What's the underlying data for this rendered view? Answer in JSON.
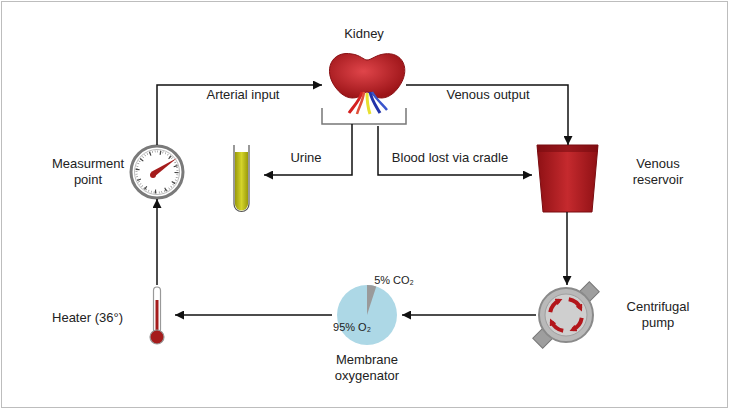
{
  "diagram": {
    "nodes": [
      {
        "text": [
          "Kidney"
        ]
      },
      {
        "text": [
          "Measurment point"
        ]
      },
      {
        "text": [
          "Venous reservoir"
        ]
      },
      {
        "text": [
          "Heater (36°)"
        ]
      },
      {
        "text": [
          "5% CO₂",
          "95% O₂",
          "Membrane oxygenator"
        ]
      },
      {
        "text": [
          "Centrifugal pump"
        ]
      }
    ],
    "edges": [
      {
        "from": 1,
        "to": 0,
        "arrow": "to",
        "label": "Arterial input"
      },
      {
        "from": 0,
        "to": 2,
        "arrow": "to",
        "label": "Venous output"
      },
      {
        "from": 0,
        "to": 2,
        "arrow": "to",
        "label": "Blood lost via cradle"
      },
      {
        "from": 2,
        "to": 5,
        "arrow": "to"
      },
      {
        "from": 5,
        "to": 4,
        "arrow": "to"
      },
      {
        "from": 4,
        "to": 3,
        "arrow": "to"
      },
      {
        "from": 3,
        "to": 1,
        "arrow": "to"
      }
    ],
    "labels": [
      "Urine"
    ]
  }
}
